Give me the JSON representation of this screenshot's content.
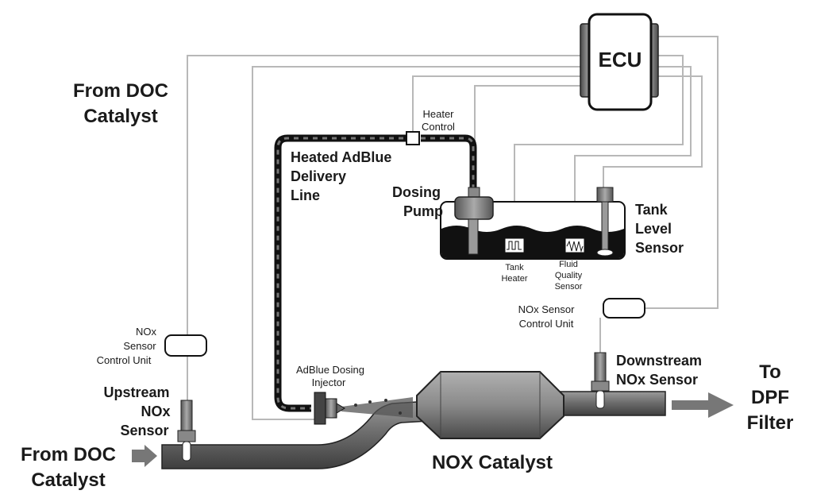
{
  "labels": {
    "ecu": "ECU",
    "from_doc_top_1": "From DOC",
    "from_doc_top_2": "Catalyst",
    "from_doc_bottom_1": "From DOC",
    "from_doc_bottom_2": "Catalyst",
    "heater_control_1": "Heater",
    "heater_control_2": "Control",
    "delivery_line_1": "Heated AdBlue",
    "delivery_line_2": "Delivery",
    "delivery_line_3": "Line",
    "dosing_pump_1": "Dosing",
    "dosing_pump_2": "Pump",
    "tank_level_1": "Tank",
    "tank_level_2": "Level",
    "tank_level_3": "Sensor",
    "tank_heater_1": "Tank",
    "tank_heater_2": "Heater",
    "fluid_quality_1": "Fluid",
    "fluid_quality_2": "Quality",
    "fluid_quality_3": "Sensor",
    "nox_ctrl_right_1": "NOx Sensor",
    "nox_ctrl_right_2": "Control Unit",
    "nox_ctrl_left_1": "NOx",
    "nox_ctrl_left_2": "Sensor",
    "nox_ctrl_left_3": "Control Unit",
    "downstream_1": "Downstream",
    "downstream_2": "NOx Sensor",
    "upstream_1": "Upstream",
    "upstream_2": "NOx",
    "upstream_3": "Sensor",
    "injector_1": "AdBlue Dosing",
    "injector_2": "Injector",
    "nox_catalyst": "NOX Catalyst",
    "to_dpf_1": "To",
    "to_dpf_2": "DPF",
    "to_dpf_3": "Filter"
  },
  "icons": [
    "ecu-icon",
    "dosing-pump-icon",
    "tank-icon",
    "tank-heater-icon",
    "fluid-quality-sensor-icon",
    "tank-level-sensor-icon",
    "nox-control-unit-icon",
    "nox-sensor-icon",
    "injector-icon",
    "nox-catalyst-icon",
    "flow-arrow-icon"
  ]
}
